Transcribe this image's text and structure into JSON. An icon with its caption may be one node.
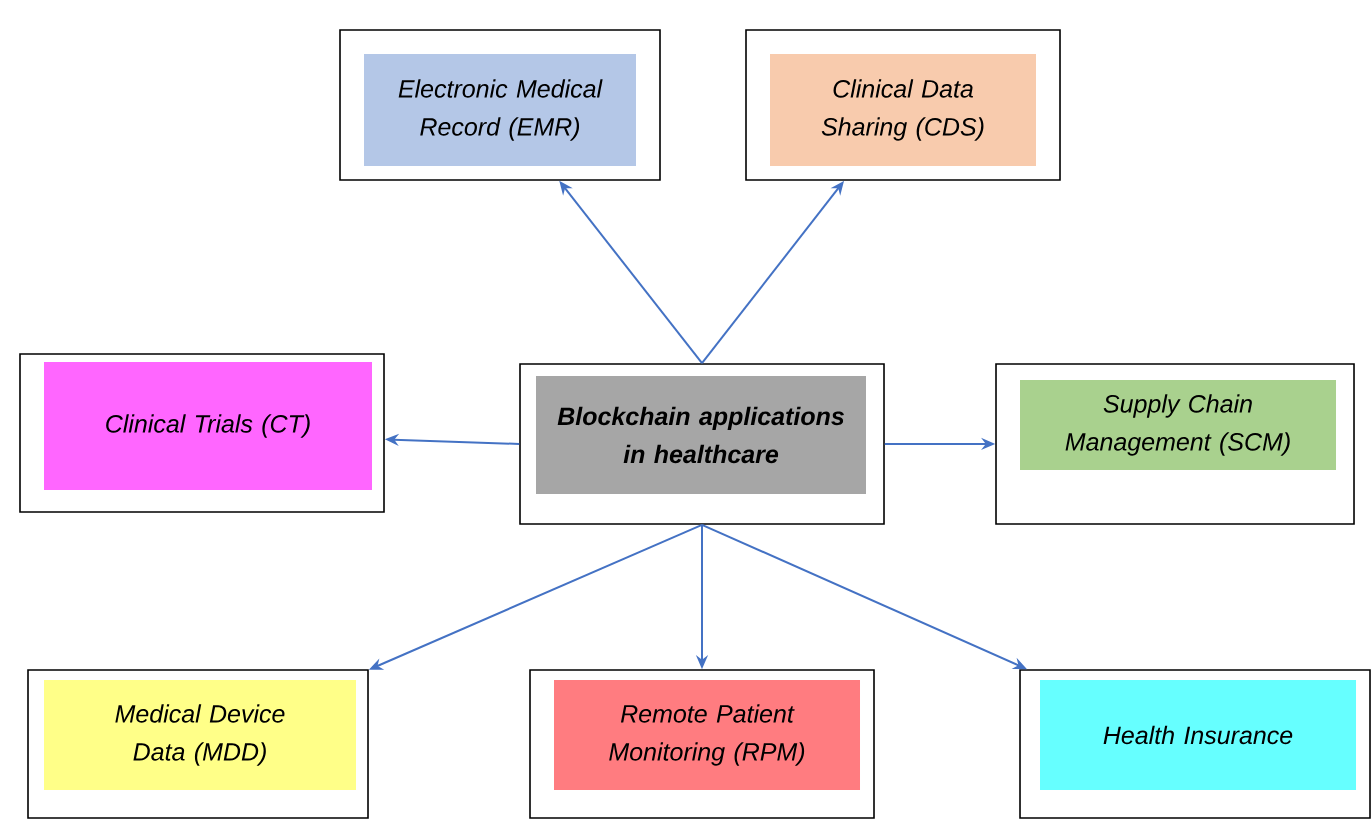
{
  "diagram": {
    "nodes": [
      {
        "text": [
          "Blockchain applications in healthcare"
        ]
      },
      {
        "text": [
          "Electronic Medical Record (EMR)"
        ]
      },
      {
        "text": [
          "Clinical Data Sharing (CDS)"
        ]
      },
      {
        "text": [
          "Clinical Trials (CT)"
        ]
      },
      {
        "text": [
          "Supply Chain Management (SCM)"
        ]
      },
      {
        "text": [
          "Medical Device Data (MDD)"
        ]
      },
      {
        "text": [
          "Remote Patient Monitoring (RPM)"
        ]
      },
      {
        "text": [
          "Health Insurance"
        ]
      }
    ],
    "edges": [
      {
        "from": 0,
        "to": 1,
        "arrow": "to"
      },
      {
        "from": 0,
        "to": 2,
        "arrow": "to"
      },
      {
        "from": 0,
        "to": 3,
        "arrow": "to"
      },
      {
        "from": 0,
        "to": 4,
        "arrow": "to"
      },
      {
        "from": 0,
        "to": 5,
        "arrow": "to"
      },
      {
        "from": 0,
        "to": 6,
        "arrow": "to"
      },
      {
        "from": 0,
        "to": 7,
        "arrow": "to"
      }
    ]
  }
}
